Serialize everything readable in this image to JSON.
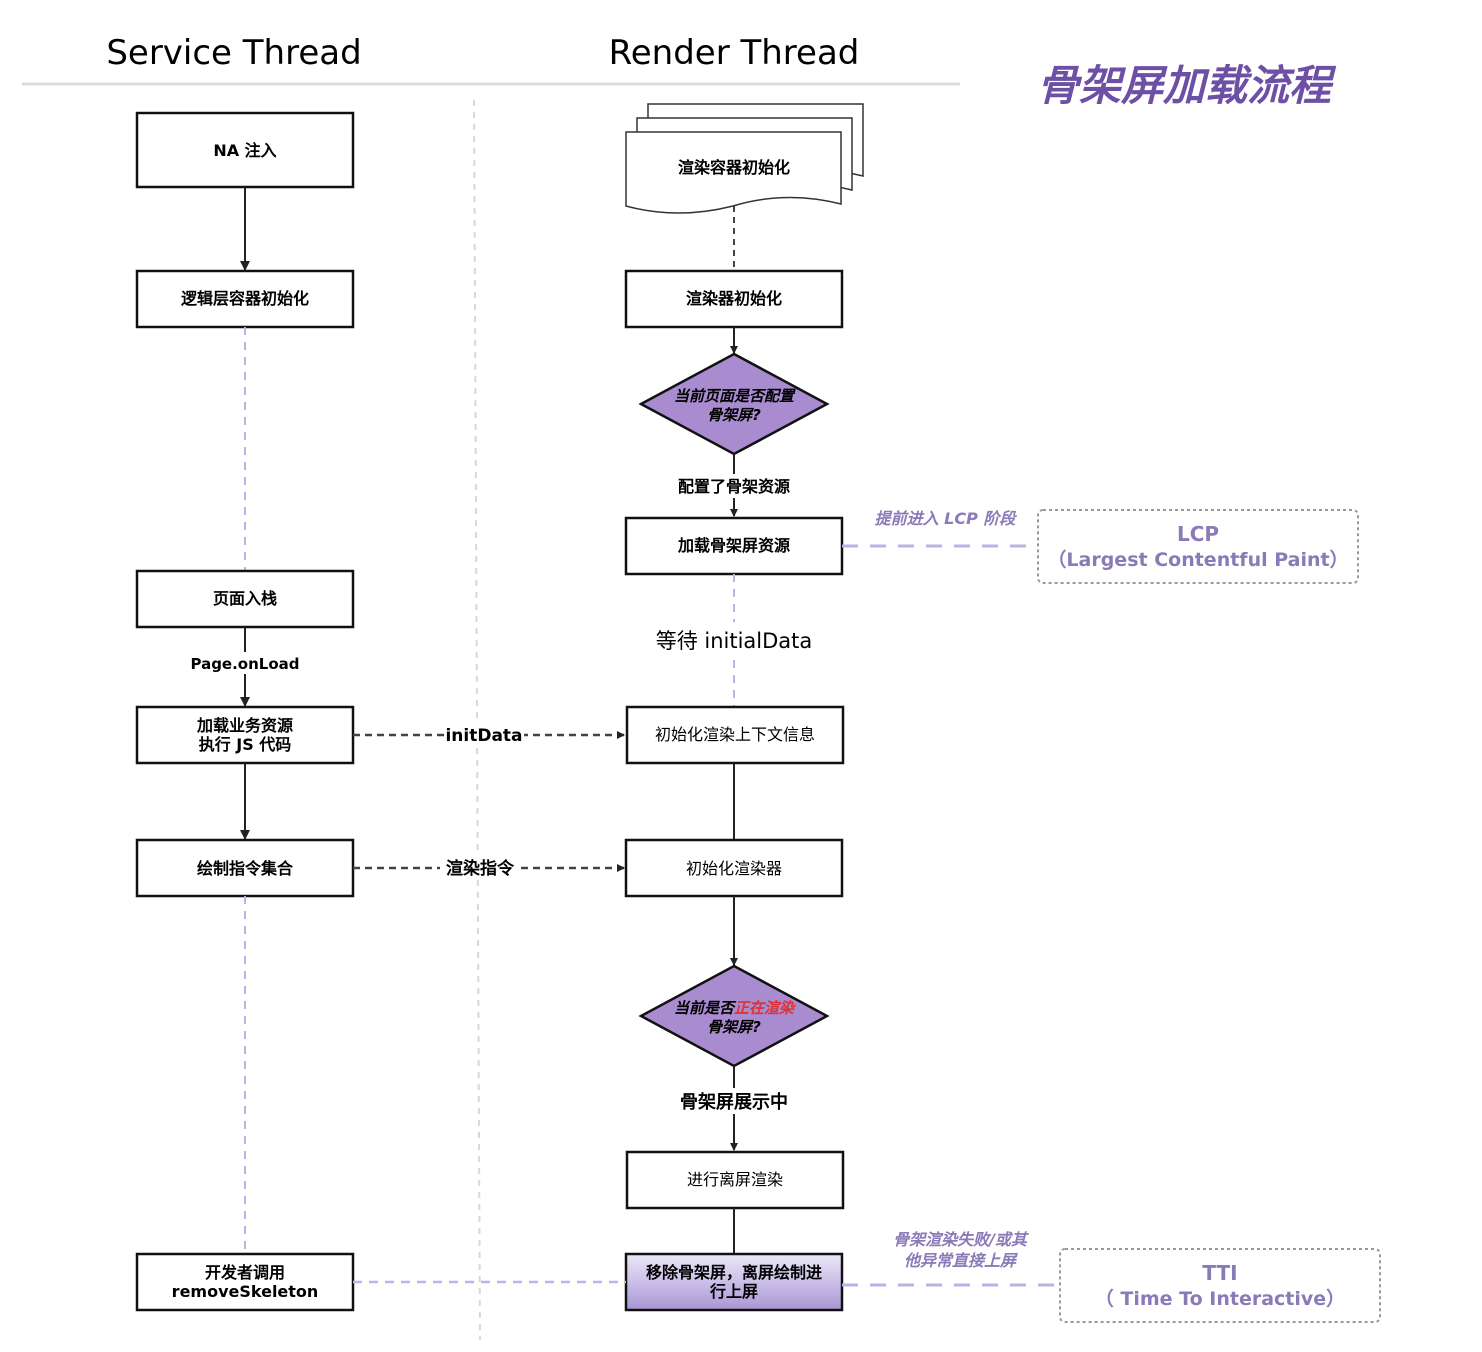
{
  "headers": {
    "service_thread": "Service Thread",
    "render_thread": "Render Thread",
    "title": "骨架屏加载流程"
  },
  "service": {
    "na_inject": "NA 注入",
    "logic_container_init": "逻辑层容器初始化",
    "page_push": "页面入栈",
    "page_onload": "Page.onLoad",
    "load_business_line1": "加载业务资源",
    "load_business_line2": "执行 JS 代码",
    "draw_instructions": "绘制指令集合",
    "remove_skeleton_line1": "开发者调用",
    "remove_skeleton_line2": "removeSkeleton"
  },
  "render": {
    "container_init": "渲染容器初始化",
    "renderer_init": "渲染器初始化",
    "decision1_line1": "当前页面是否配置",
    "decision1_line2": "骨架屏?",
    "configured_label": "配置了骨架资源",
    "load_skeleton": "加载骨架屏资源",
    "wait_initial_data": "等待 initialData",
    "init_render_context": "初始化渲染上下文信息",
    "init_renderer": "初始化渲染器",
    "decision2_prefix": "当前是否",
    "decision2_highlight": "正在渲染",
    "decision2_line2": "骨架屏?",
    "skeleton_showing": "骨架屏展示中",
    "offscreen_render": "进行离屏渲染",
    "remove_line1": "移除骨架屏，离屏绘制进",
    "remove_line2": "行上屏"
  },
  "connectors": {
    "init_data": "initData",
    "render_instructions": "渲染指令"
  },
  "milestones": {
    "lcp_note": "提前进入 LCP 阶段",
    "lcp_title": "LCP",
    "lcp_full": "（Largest Contentful Paint）",
    "tti_note_line1": "骨架渲染失败/或其",
    "tti_note_line2": "他异常直接上屏",
    "tti_title": "TTI",
    "tti_full": "（ Time To Interactive）"
  },
  "colors": {
    "accent_purple": "#6e4fa6",
    "decision_fill": "#a98bcf",
    "highlight_red": "#e03030",
    "remove_box_fill": "#a996d6",
    "dashed_lavender": "#b9b3e6"
  }
}
